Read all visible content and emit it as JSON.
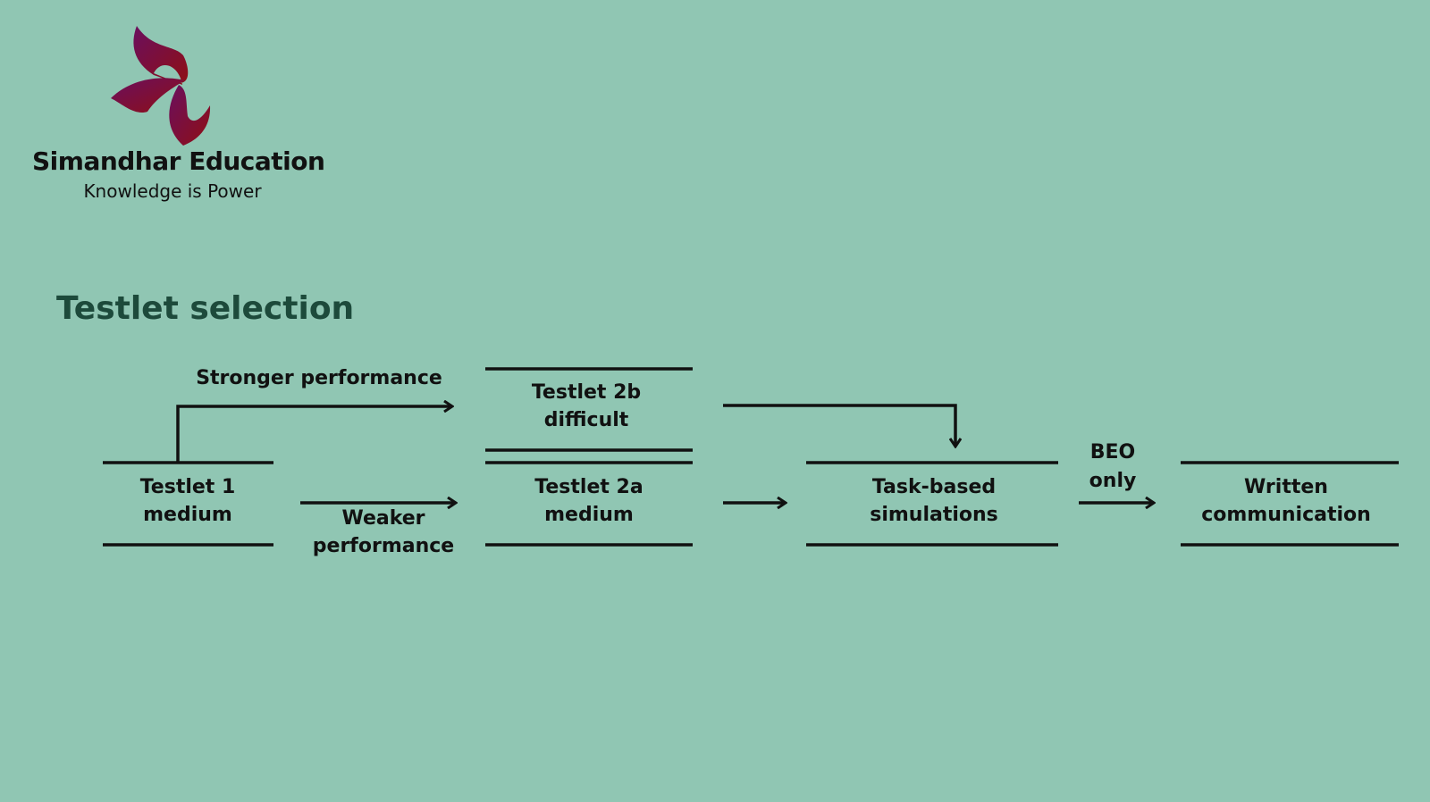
{
  "logo": {
    "brand": "Simandhar Education",
    "tagline": "Knowledge is Power",
    "colors": [
      "#6a0f5e",
      "#8a0f1e"
    ]
  },
  "title": "Testlet selection",
  "diagram": {
    "testlet1": [
      "Testlet 1",
      "medium"
    ],
    "stronger": "Stronger performance",
    "weaker": [
      "Weaker",
      "performance"
    ],
    "testlet2b": [
      "Testlet 2b",
      "difficult"
    ],
    "testlet2a": [
      "Testlet 2a",
      "medium"
    ],
    "tbs": [
      "Task-based",
      "simulations"
    ],
    "beo": [
      "BEO",
      "only"
    ],
    "written": [
      "Written",
      "communication"
    ]
  }
}
